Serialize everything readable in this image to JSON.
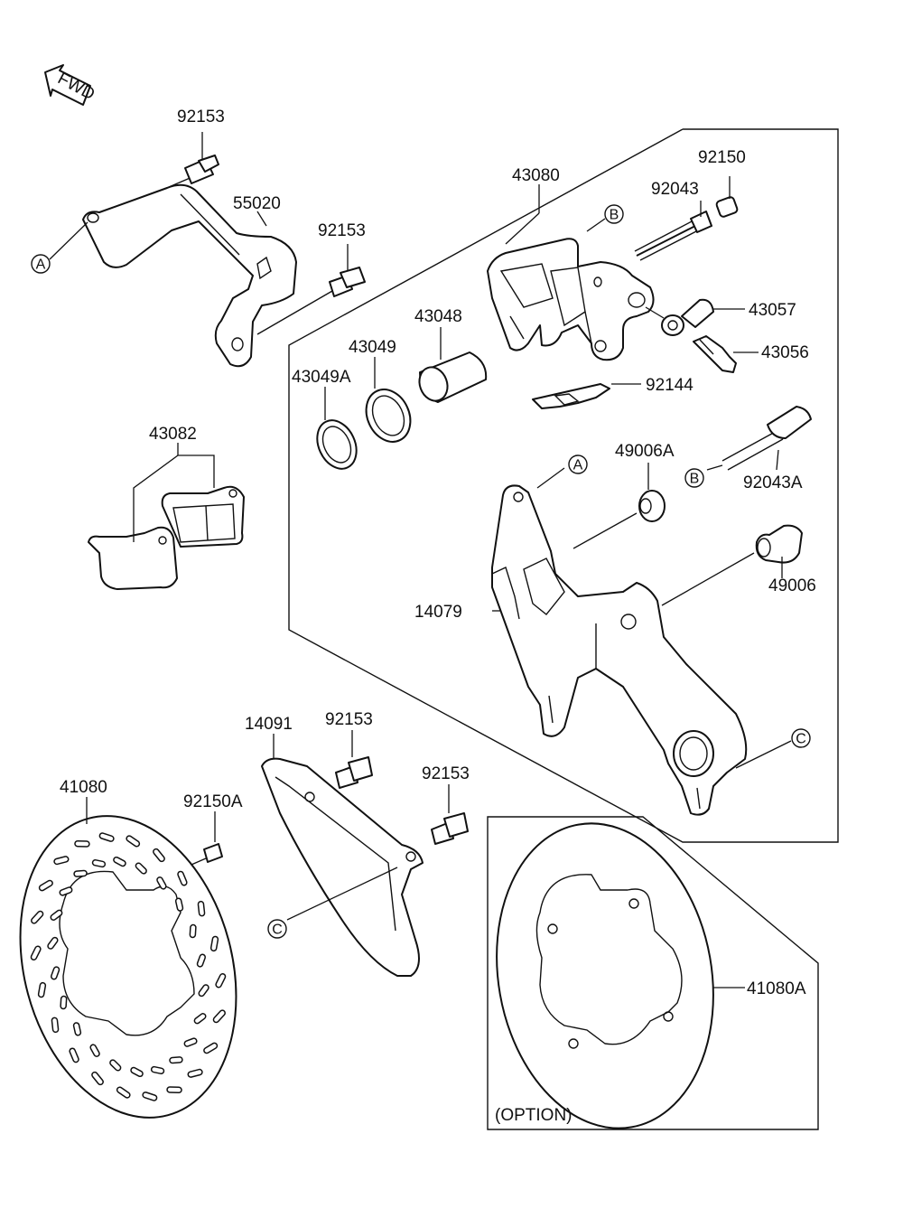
{
  "fwd_label": "FWD",
  "option_label": "(OPTION)",
  "part_numbers": {
    "p92153_top": "92153",
    "p55020": "55020",
    "p92153_mid": "92153",
    "p43082": "43082",
    "p43080": "43080",
    "p92150": "92150",
    "p92043": "92043",
    "p43057": "43057",
    "p43056": "43056",
    "p43048": "43048",
    "p43049": "43049",
    "p43049A": "43049A",
    "p92144": "92144",
    "p49006A": "49006A",
    "p92043A": "92043A",
    "p49006": "49006",
    "p14079": "14079",
    "p14091": "14091",
    "p92153_guard1": "92153",
    "p92153_guard2": "92153",
    "p41080": "41080",
    "p92150A": "92150A",
    "p41080A": "41080A"
  },
  "ref_markers": {
    "a1": "A",
    "a2": "A",
    "b1": "B",
    "b2": "B",
    "c1": "C",
    "c2": "C"
  }
}
